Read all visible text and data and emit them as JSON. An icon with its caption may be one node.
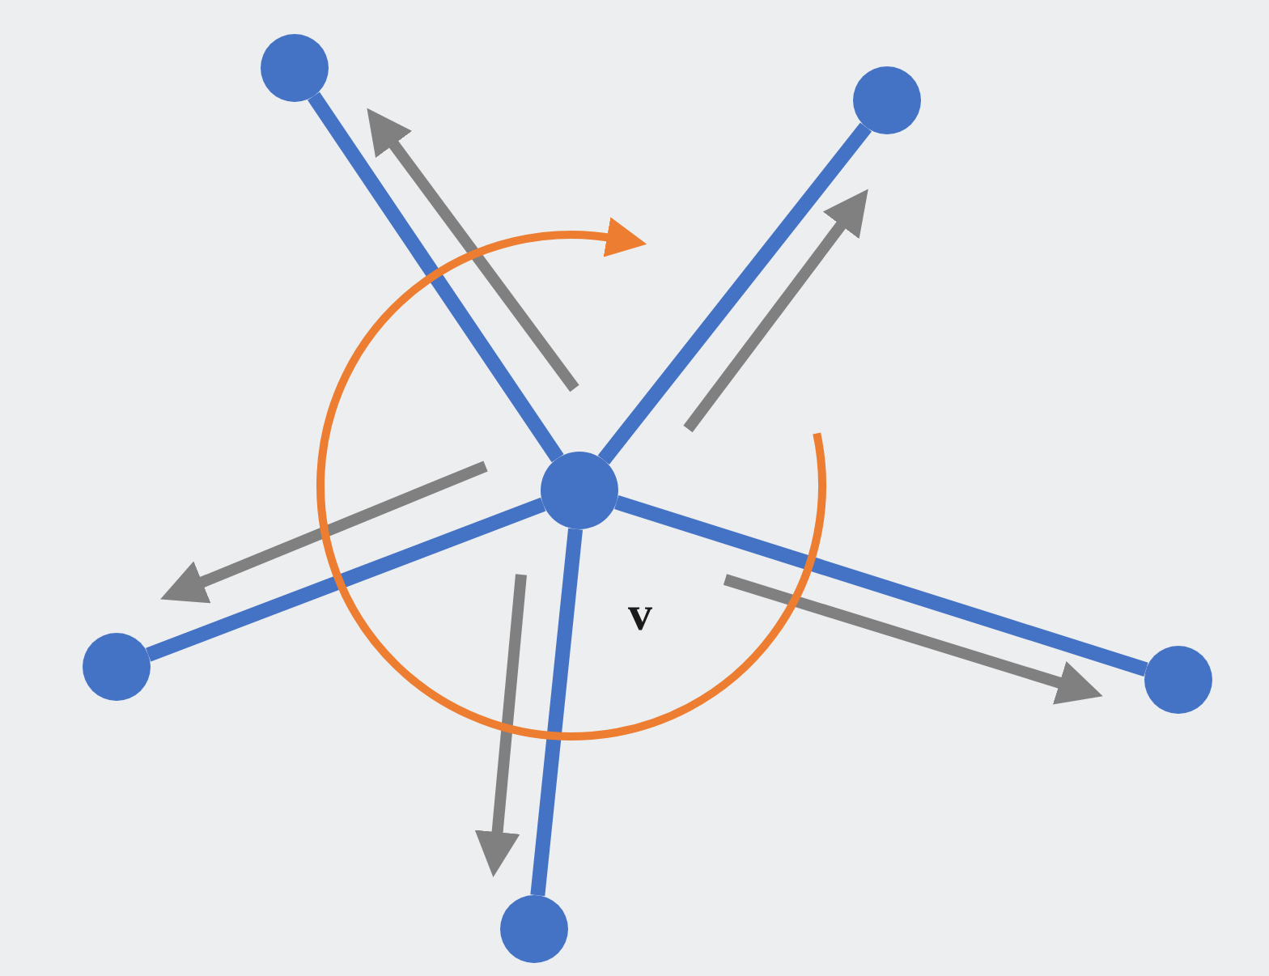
{
  "diagram": {
    "nodes": [
      {
        "text": [],
        "shape": "circle",
        "beside": [
          "v"
        ]
      },
      {
        "text": [],
        "shape": "circle"
      },
      {
        "text": [],
        "shape": "circle"
      },
      {
        "text": [],
        "shape": "circle"
      },
      {
        "text": [],
        "shape": "circle"
      },
      {
        "text": [],
        "shape": "circle"
      }
    ],
    "edges": [
      {
        "from": 0,
        "to": 1,
        "arrow": "none"
      },
      {
        "from": 0,
        "to": 2,
        "arrow": "none"
      },
      {
        "from": 0,
        "to": 3,
        "arrow": "none"
      },
      {
        "from": 0,
        "to": 4,
        "arrow": "none"
      },
      {
        "from": 0,
        "to": 5,
        "arrow": "none"
      }
    ]
  }
}
